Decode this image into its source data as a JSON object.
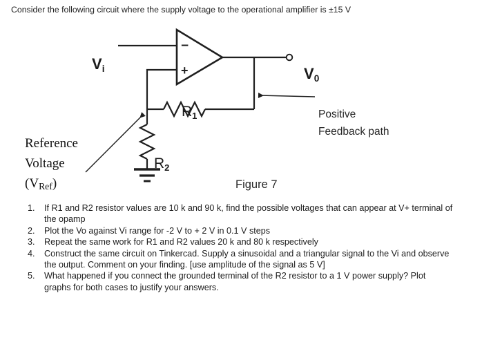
{
  "intro": {
    "text": "Consider the following circuit where the supply voltage to the operational amplifier is ±15 V"
  },
  "circuit": {
    "input_label": "V",
    "input_label_sub": "i",
    "output_label": "V",
    "output_label_sub": "0",
    "r1_label": "R",
    "r1_label_sub": "1",
    "r2_label": "R",
    "r2_label_sub": "2",
    "opamp_inverting_symbol": "−",
    "opamp_noninverting_symbol": "+",
    "feedback_annotation_line1": "Positive",
    "feedback_annotation_line2": "Feedback path",
    "reference_annotation_line1": "Reference",
    "reference_annotation_line2": "Voltage",
    "reference_annotation_line3_pre": "(V",
    "reference_annotation_line3_sub": "Ref",
    "reference_annotation_line3_post": ")",
    "figure_caption": "Figure 7",
    "stroke_color": "#1f1f1f"
  },
  "questions": [
    {
      "number": "1.",
      "text": "If R1 and R2 resistor values are 10 k and 90 k, find the possible voltages that can appear at V+ terminal of the opamp"
    },
    {
      "number": "2.",
      "text": "Plot the Vo against Vi range for -2 V to + 2 V in 0.1 V steps"
    },
    {
      "number": "3.",
      "text": "Repeat the same work for R1 and R2 values 20 k and 80 k respectively"
    },
    {
      "number": "4.",
      "text": "Construct the same circuit on Tinkercad. Supply a sinusoidal and a triangular signal to the Vi and observe the output. Comment on your finding. [use amplitude of the signal as 5 V]"
    },
    {
      "number": "5.",
      "text": "What happened if you connect the grounded terminal of the R2 resistor to a 1 V power supply? Plot graphs for both cases to justify your answers."
    }
  ]
}
